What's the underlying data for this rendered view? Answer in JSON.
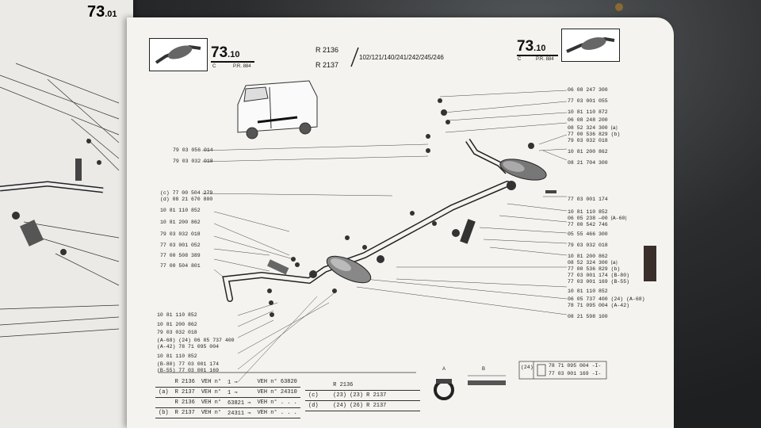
{
  "left_page": {
    "section_code": "73",
    "section_sub": ".01"
  },
  "header": {
    "left_code": "73",
    "left_sub": ".10",
    "left_c": "C",
    "left_pr": "P.R. 884",
    "right_code": "73",
    "right_sub": ".10",
    "right_c": "C",
    "right_pr": "P.R. 884",
    "model_1": "R 2136",
    "model_2": "R 2137",
    "variants": "102/121/140/241/242/245/246"
  },
  "right_labels": [
    "06 08 247 300",
    "77 03 001 055",
    "10 81 110 872",
    "06 08 248 200",
    "08 52 324 300 ⟮a⟯",
    "77 00 536 829 (b)",
    "79 03 032 018",
    "10 81 200 862",
    "08 21 704 300",
    "77 03 001 174",
    "10 81 110 852",
    "06 05 238 —00 ⟮A-60⟯",
    "77 00 542 746",
    "05 55 466 300",
    "79 03 032 018",
    "10 81 200 862",
    "08 52 324 300 ⟮a⟯",
    "77 00 536 829 (b)",
    "77 03 001 174 (B-80)",
    "77 03 001 169 (B-55)",
    "10 81 110 852",
    "06 05 737 400 (24) (A-68)",
    "78 71 095 004 (A-42)",
    "08 21 598 100"
  ],
  "left_labels": [
    "79 03 056 014",
    "79 03 032 018",
    "(c) 77 00 504 279",
    "(d) 08 21 670 800",
    "10 81 110 852",
    "10 81 200 862",
    "79 03 032 018",
    "77 03 001 052",
    "77 00 508 389",
    "77 00 504 801"
  ],
  "bottom_left_labels": [
    "10 81 110 852",
    "10 81 200 862",
    "79 03 032 018",
    "(A-68) (24) 06 05 737 400",
    "(A-42) 78 71 095 004",
    "10 81 110 852",
    "(B-80) 77 03 001 174",
    "(B-55) 77 03 001 169"
  ],
  "table_left": [
    {
      "tag": "",
      "model": "R 2136",
      "veh": "VEH n°",
      "from": "1 ⇒",
      "to": "VEH n° 63820"
    },
    {
      "tag": "(a)",
      "model": "R 2137",
      "veh": "VEH n°",
      "from": "1 ⇒",
      "to": "VEH n° 24310"
    },
    {
      "tag": "",
      "model": "R 2136",
      "veh": "VEH n°",
      "from": "63821 ⇒",
      "to": "VEH n° . . ."
    },
    {
      "tag": "(b)",
      "model": "R 2137",
      "veh": "VEH n°",
      "from": "24311 ⇒",
      "to": "VEH n° . . ."
    }
  ],
  "table_mid": [
    {
      "tag": "",
      "text": "R 2136"
    },
    {
      "tag": "(c)",
      "text": "(23) (23) R 2137"
    },
    {
      "tag": "(d)",
      "text": "(24) (26) R 2137"
    }
  ],
  "legend": {
    "a": "A",
    "b": "B",
    "num": "(24)",
    "line1": "78 71 095 004 -I-",
    "line2": "77 03 001 169 -I-"
  }
}
